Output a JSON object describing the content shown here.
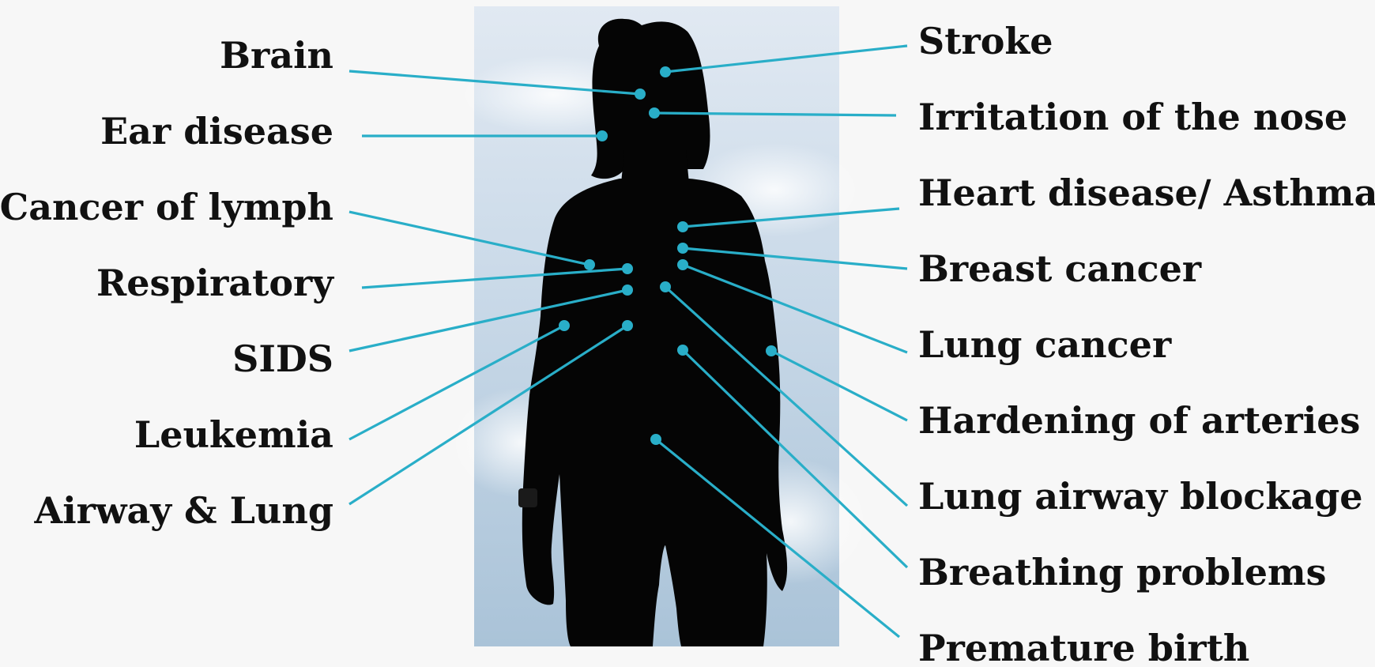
{
  "colors": {
    "accent": "#29aec8",
    "silhouette": "#050505",
    "sky_top": "#dfe8f1",
    "sky_bottom": "#a9c3d8",
    "text": "#111111"
  },
  "left_labels": [
    {
      "id": "brain",
      "text": "Brain"
    },
    {
      "id": "ear-disease",
      "text": "Ear disease"
    },
    {
      "id": "cancer-of-lymph",
      "text": "Cancer of lymph"
    },
    {
      "id": "respiratory",
      "text": "Respiratory"
    },
    {
      "id": "sids",
      "text": "SIDS"
    },
    {
      "id": "leukemia",
      "text": "Leukemia"
    },
    {
      "id": "airway-lung",
      "text": "Airway & Lung"
    }
  ],
  "right_labels": [
    {
      "id": "stroke",
      "text": "Stroke"
    },
    {
      "id": "irritation-of-the-nose",
      "text": "Irritation of the nose"
    },
    {
      "id": "heart-disease-asthma",
      "text": "Heart disease/ Asthma"
    },
    {
      "id": "breast-cancer",
      "text": "Breast cancer"
    },
    {
      "id": "lung-cancer",
      "text": "Lung cancer"
    },
    {
      "id": "hardening-of-arteries",
      "text": "Hardening of arteries"
    },
    {
      "id": "lung-airway-blockage",
      "text": "Lung airway blockage"
    },
    {
      "id": "breathing-problems",
      "text": "Breathing problems"
    },
    {
      "id": "premature-birth",
      "text": "Premature birth"
    }
  ]
}
